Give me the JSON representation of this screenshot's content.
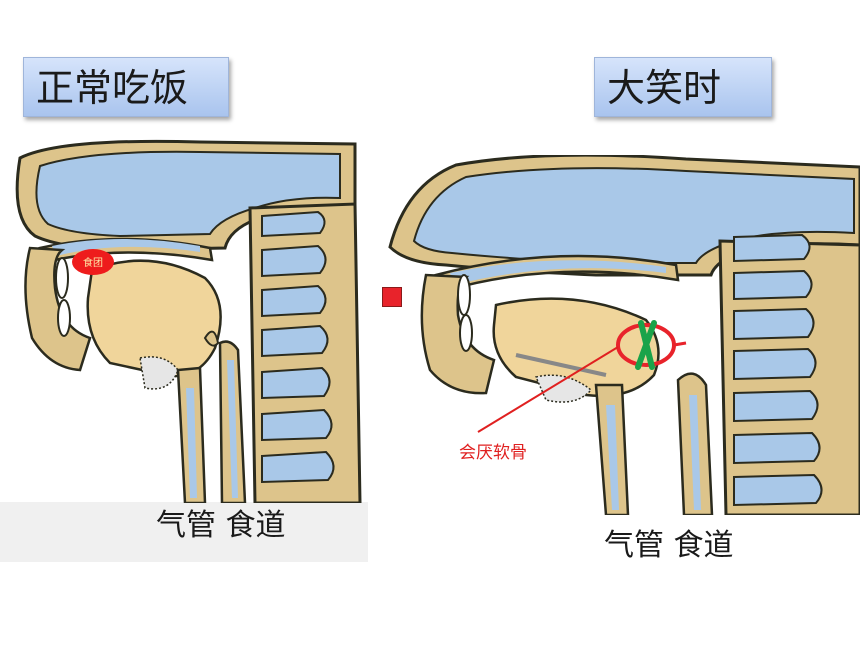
{
  "titles": {
    "left": "正常吃饭",
    "right": "大笑时"
  },
  "labels": {
    "left_trachea_esophagus": "气管  食道",
    "right_trachea_esophagus": "气管  食道",
    "epiglottis": "会厌软骨",
    "food_bolus": "食团"
  },
  "colors": {
    "bone": "#ddc48b",
    "cavity": "#a9c8e8",
    "outline": "#2b2b1e",
    "title_box": "#b7cdf2",
    "accent_red": "#e8232b",
    "accent_green": "#1aa34a"
  }
}
